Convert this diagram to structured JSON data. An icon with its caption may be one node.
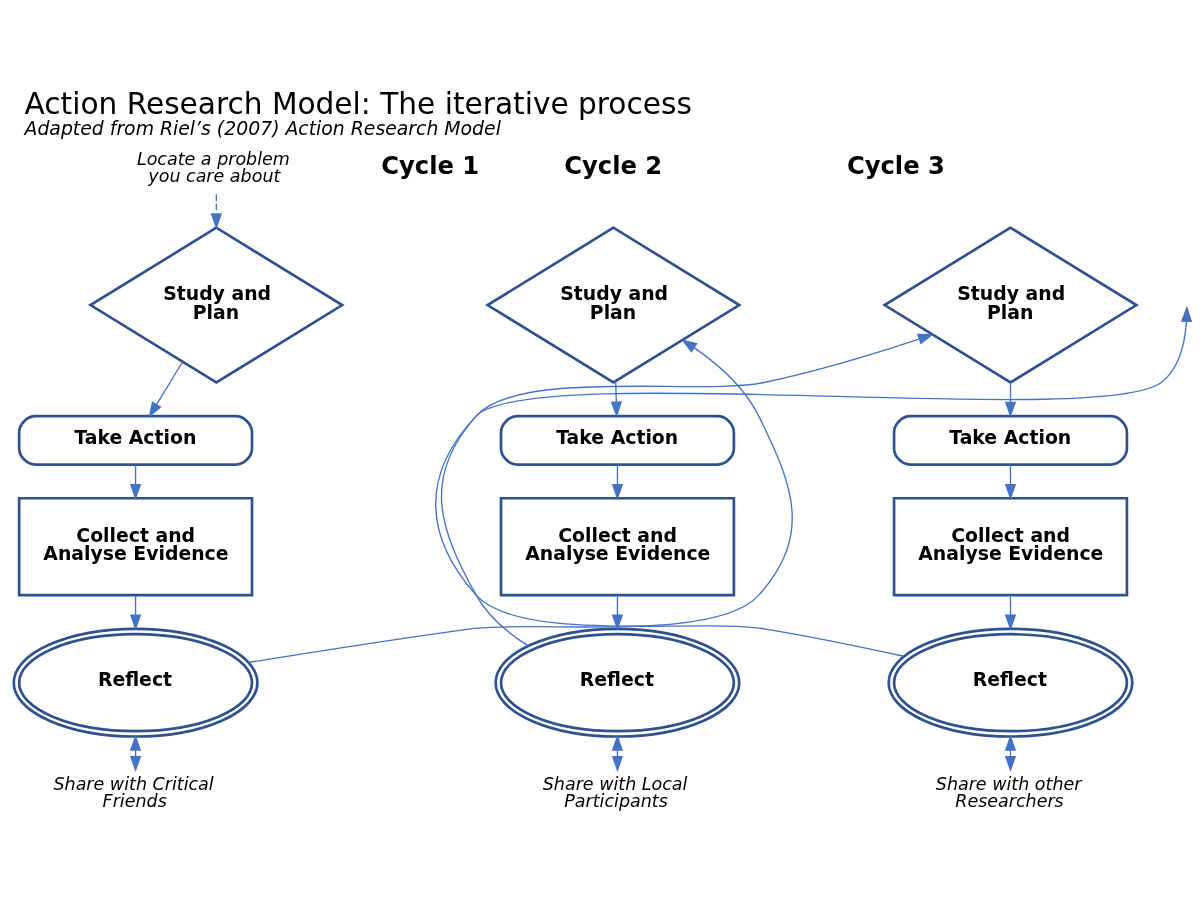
{
  "diagram": {
    "title": "Action Research Model: The iterative process",
    "caption": "Adapted from Riel’s (2007) Action Research Model",
    "nodes": [
      {
        "text": [
          "Locate a problem you care about"
        ]
      },
      {
        "text": [
          "Study and Plan"
        ]
      },
      {
        "text": [
          "Take Action"
        ]
      },
      {
        "text": [
          "Collect and Analyse Evidence"
        ]
      },
      {
        "text": [
          "Reflect"
        ]
      },
      {
        "text": [
          "Share with Critical Friends"
        ]
      },
      {
        "text": [
          "Study and Plan"
        ]
      },
      {
        "text": [
          "Take Action"
        ]
      },
      {
        "text": [
          "Collect and Analyse Evidence"
        ]
      },
      {
        "text": [
          "Reflect"
        ]
      },
      {
        "text": [
          "Share with Local Participants"
        ]
      },
      {
        "text": [
          "Study and Plan"
        ]
      },
      {
        "text": [
          "Take Action"
        ]
      },
      {
        "text": [
          "Collect and Analyse Evidence"
        ]
      },
      {
        "text": [
          "Reflect"
        ]
      },
      {
        "text": [
          "Share with other Researchers"
        ]
      }
    ],
    "edges": [
      {
        "from": 0,
        "to": 1,
        "arrow": "to",
        "style": "dashed"
      },
      {
        "from": 1,
        "to": 2,
        "arrow": "to"
      },
      {
        "from": 2,
        "to": 3,
        "arrow": "to"
      },
      {
        "from": 3,
        "to": 4,
        "arrow": "to"
      },
      {
        "from": 4,
        "to": 5,
        "arrow": "both",
        "style": "dashed"
      },
      {
        "from": 4,
        "to": 6,
        "arrow": "to"
      },
      {
        "from": 6,
        "to": 7,
        "arrow": "to"
      },
      {
        "from": 7,
        "to": 8,
        "arrow": "to"
      },
      {
        "from": 8,
        "to": 9,
        "arrow": "to"
      },
      {
        "from": 9,
        "to": 10,
        "arrow": "both",
        "style": "dashed"
      },
      {
        "from": 9,
        "to": 11,
        "arrow": "to"
      },
      {
        "from": 11,
        "to": 12,
        "arrow": "to"
      },
      {
        "from": 12,
        "to": 13,
        "arrow": "to"
      },
      {
        "from": 13,
        "to": 14,
        "arrow": "to"
      },
      {
        "from": 14,
        "to": 15,
        "arrow": "both",
        "style": "dashed"
      },
      {
        "from": 14,
        "to": null,
        "arrow": "to"
      }
    ],
    "labels": [
      "Cycle 1",
      "Cycle 2",
      "Cycle 3"
    ]
  }
}
